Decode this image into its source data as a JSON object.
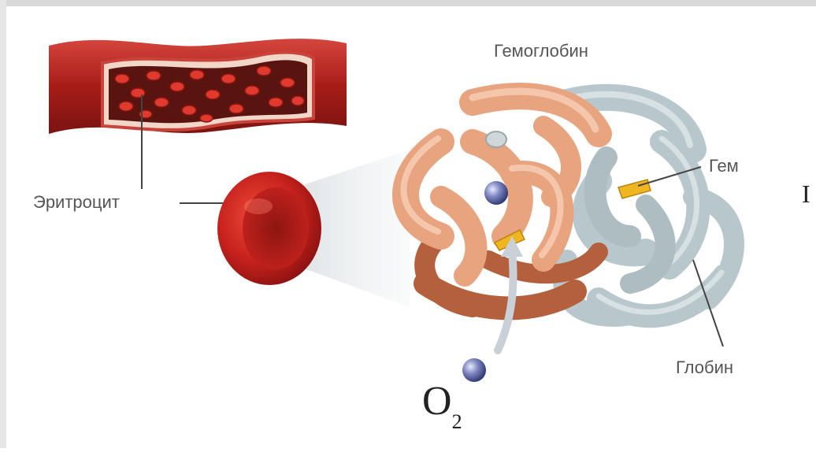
{
  "labels": {
    "hemoglobin": "Гемоглобин",
    "erythrocyte": "Эритроцит",
    "heme": "Гем",
    "globin": "Глобин",
    "oxygen_main": "O",
    "oxygen_sub": "2",
    "edge_letter": "I"
  },
  "colors": {
    "vessel": "#b8231f",
    "blood_cell": "#d12b26",
    "alpha_chain": "#e8a37f",
    "beta_chain": "#b8c7cb",
    "heme": "#f0b622",
    "oxygen_molecule": "#5d6aa6"
  }
}
